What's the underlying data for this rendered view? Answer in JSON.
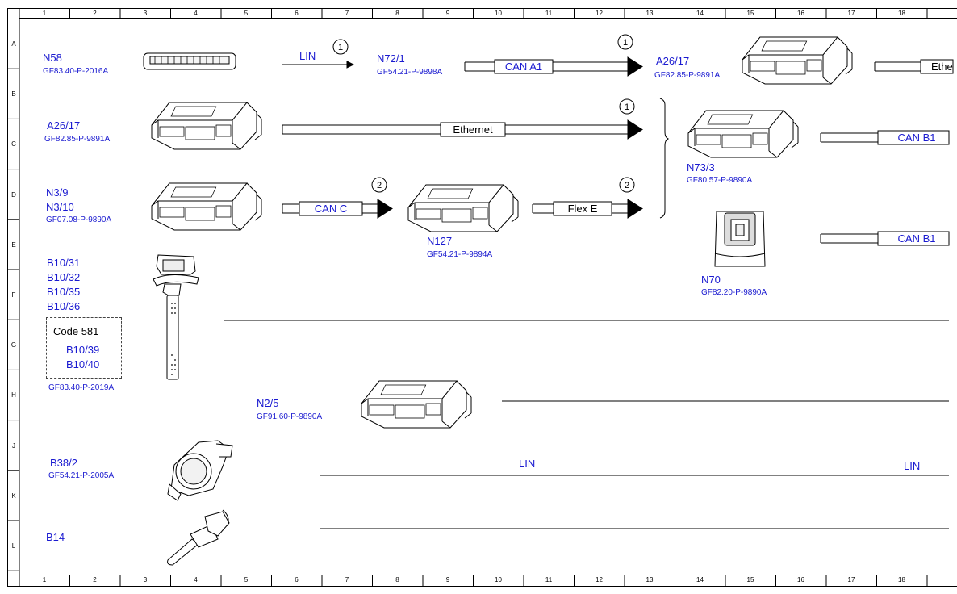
{
  "grid": {
    "columns": [
      "1",
      "2",
      "3",
      "4",
      "5",
      "6",
      "7",
      "8",
      "9",
      "10",
      "11",
      "12",
      "13",
      "14",
      "15",
      "16",
      "17",
      "18"
    ],
    "rows": [
      "A",
      "B",
      "C",
      "D",
      "E",
      "F",
      "G",
      "H",
      "J",
      "K",
      "L"
    ]
  },
  "components": {
    "n58": {
      "name": "N58",
      "ref": "GF83.40-P-2016A"
    },
    "n72_1": {
      "name": "N72/1",
      "ref": "GF54.21-P-9898A"
    },
    "a26_17_top": {
      "name": "A26/17",
      "ref": "GF82.85-P-9891A"
    },
    "a26_17_left": {
      "name": "A26/17",
      "ref": "GF82.85-P-9891A"
    },
    "n3_9": {
      "name1": "N3/9",
      "name2": "N3/10",
      "ref": "GF07.08-P-9890A"
    },
    "n127": {
      "name": "N127",
      "ref": "GF54.21-P-9894A"
    },
    "n73_3": {
      "name": "N73/3",
      "ref": "GF80.57-P-9890A"
    },
    "n70": {
      "name": "N70",
      "ref": "GF82.20-P-9890A"
    },
    "b10": {
      "n1": "B10/31",
      "n2": "B10/32",
      "n3": "B10/35",
      "n4": "B10/36",
      "ref": "GF83.40-P-2019A"
    },
    "code581": {
      "title": "Code 581",
      "n1": "B10/39",
      "n2": "B10/40"
    },
    "n2_5": {
      "name": "N2/5",
      "ref": "GF91.60-P-9890A"
    },
    "b38_2": {
      "name": "B38/2",
      "ref": "GF54.21-P-2005A"
    },
    "b14": {
      "name": "B14"
    }
  },
  "buses": {
    "lin_top": "LIN",
    "can_a1": "CAN A1",
    "ethernet_top_right": "Ethe",
    "ethernet_mid": "Ethernet",
    "can_c": "CAN C",
    "flex_e": "Flex E",
    "can_b1_upper": "CAN B1",
    "can_b1_lower": "CAN B1",
    "lin_mid": "LIN",
    "lin_right": "LIN"
  },
  "markers": {
    "m1": "1",
    "m2": "2"
  }
}
